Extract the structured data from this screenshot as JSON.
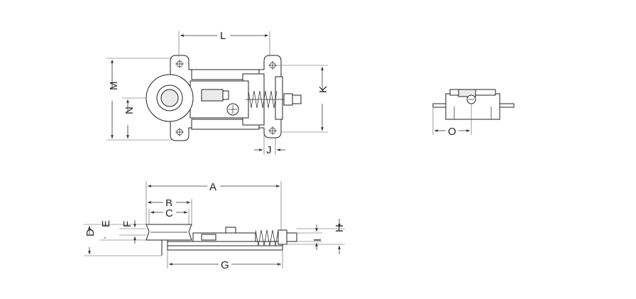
{
  "labels": {
    "L": "L",
    "M": "M",
    "N": "N",
    "K": "K",
    "J": "J",
    "O": "O",
    "A": "A",
    "B": "B",
    "C": "C",
    "D": "D",
    "E": "E",
    "F": "F",
    "G": "G",
    "H": "H",
    "I": "I"
  }
}
